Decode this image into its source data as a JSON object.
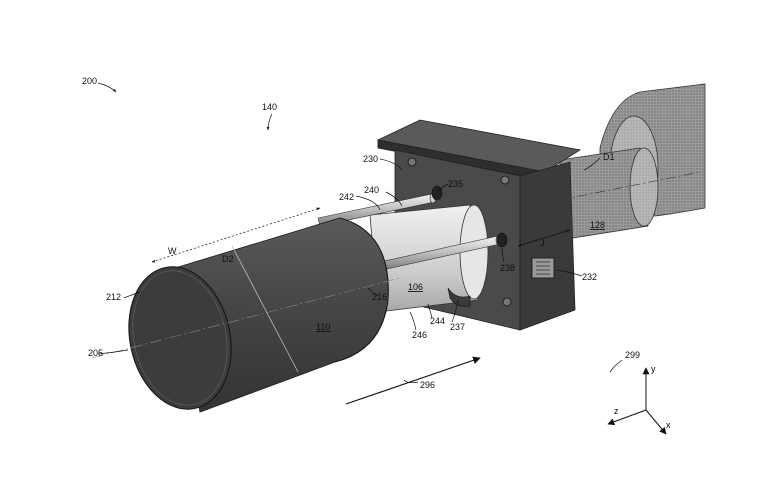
{
  "labels": {
    "fig_ref": "200",
    "assembly": "140",
    "bracket": "230",
    "rod_upper": "242",
    "rod_lower": "240",
    "bolt": "235",
    "pipe_ref": "128",
    "diameter_pipe": "D1",
    "width": "W",
    "diameter_can": "D2",
    "can_face": "212",
    "can_body": "110",
    "inner_cyl": "106",
    "inner_edge": "216",
    "can_end": "205",
    "gap": "J",
    "nut": "238",
    "connector": "232",
    "rod_a": "244",
    "rod_b": "246",
    "flange_bolt": "237",
    "flow_arrow": "296",
    "axes_ref": "299",
    "axis_y": "y",
    "axis_z": "z",
    "axis_x": "x"
  },
  "colors": {
    "dark_body": "#4a4a4a",
    "bracket": "#3e3e3e",
    "light_cyl": "#d8d8d8",
    "pipe": "#8a8a8a"
  }
}
